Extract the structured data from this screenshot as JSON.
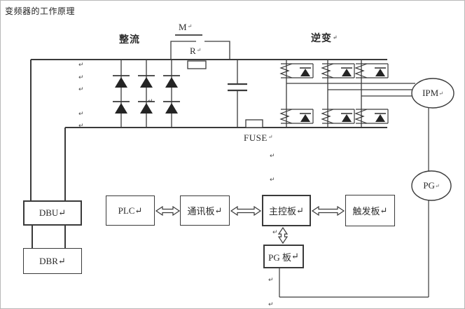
{
  "colors": {
    "background": "#ffffff",
    "ink": "#3a3a3a"
  },
  "page": {
    "title": "变频器的工作原理"
  },
  "diagram": {
    "sections": {
      "rectifier_label": "整流",
      "inverter_label": "逆变"
    },
    "components": {
      "contactor_label": "M",
      "resistor_label": "R",
      "fuse_label": "FUSE",
      "ipm_label": "IPM",
      "pg_label": "PG"
    },
    "boards": {
      "dbu": "DBU",
      "dbr": "DBR",
      "plc": "PLC",
      "comm": "通讯板",
      "main": "主控板",
      "trigger": "触发板",
      "pg_board": "PG 板"
    },
    "marks": {
      "return_symbol": "↵"
    }
  }
}
